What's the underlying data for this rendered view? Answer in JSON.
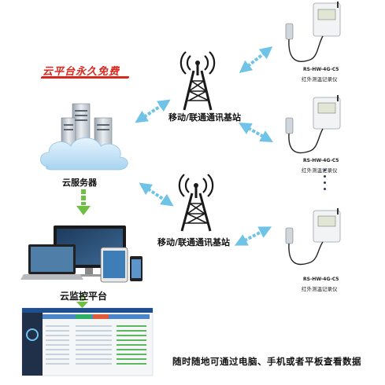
{
  "promo_text": "云平台永久免费",
  "cloud_server_label": "云服务器",
  "platform_label": "云监控平台",
  "towers": [
    {
      "label": "移动/联通通讯基站"
    },
    {
      "label": "移动/联通通讯基站"
    }
  ],
  "devices": [
    {
      "model": "RS-HW-4G-C5",
      "name": "红外测温记录仪"
    },
    {
      "model": "RS-HW-4G-C5",
      "name": "红外测温记录仪"
    },
    {
      "model": "RS-HW-4G-C5",
      "name": "红外测温记录仪"
    }
  ],
  "footer_text": "随时随地可通过电脑、手机或者平板查看数据",
  "colors": {
    "arrow": "#6ec3e6",
    "green_arrow": "#6fbf44",
    "tower": "#1a1a1a",
    "promo": "#d8281f",
    "cloud": "#bfe0f5"
  }
}
